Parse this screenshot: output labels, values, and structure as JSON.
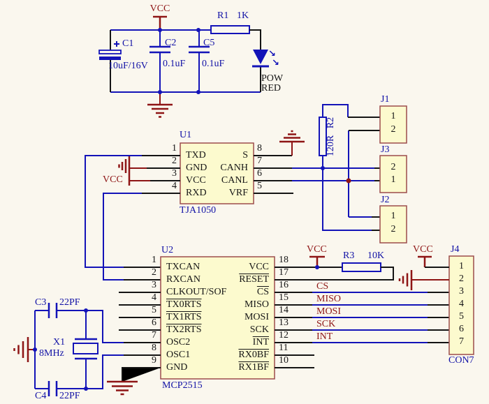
{
  "power": {
    "vcc": "VCC",
    "c1": {
      "ref": "C1",
      "value": "10uF/16V"
    },
    "c2": {
      "ref": "C2",
      "value": "0.1uF"
    },
    "c5": {
      "ref": "C5",
      "value": "0.1uF"
    },
    "r1": {
      "ref": "R1",
      "value": "1K"
    },
    "led": {
      "name_line1": "POW",
      "name_line2": "RED",
      "arrow_icon": "↘"
    }
  },
  "u1": {
    "ref": "U1",
    "part": "TJA1050",
    "vcc_label": "VCC",
    "pins_left": [
      {
        "num": "1",
        "name": "TXD"
      },
      {
        "num": "2",
        "name": "GND"
      },
      {
        "num": "3",
        "name": "VCC"
      },
      {
        "num": "4",
        "name": "RXD"
      }
    ],
    "pins_right": [
      {
        "num": "8",
        "name": "S"
      },
      {
        "num": "7",
        "name": "CANH"
      },
      {
        "num": "6",
        "name": "CANL"
      },
      {
        "num": "5",
        "name": "VRF"
      }
    ]
  },
  "can": {
    "r2": {
      "ref": "R2",
      "value": "120R"
    },
    "j1": {
      "ref": "J1",
      "pin_top": "1",
      "pin_bottom": "2"
    },
    "j3": {
      "ref": "J3",
      "pin_top": "2",
      "pin_bottom": "1"
    },
    "j2": {
      "ref": "J2",
      "pin_top": "1",
      "pin_bottom": "2"
    }
  },
  "u2": {
    "ref": "U2",
    "part": "MCP2515",
    "pins_left": [
      {
        "num": "1",
        "name": "TXCAN"
      },
      {
        "num": "2",
        "name": "RXCAN"
      },
      {
        "num": "3",
        "name": "CLKOUT/SOF"
      },
      {
        "num": "4",
        "name": "TX0RTS",
        "bar": true
      },
      {
        "num": "5",
        "name": "TX1RTS",
        "bar": true
      },
      {
        "num": "6",
        "name": "TX2RTS",
        "bar": true
      },
      {
        "num": "7",
        "name": "OSC2"
      },
      {
        "num": "8",
        "name": "OSC1"
      },
      {
        "num": "9",
        "name": "GND"
      }
    ],
    "pins_right": [
      {
        "num": "18",
        "name": "VCC"
      },
      {
        "num": "17",
        "name": "RESET",
        "bar": true
      },
      {
        "num": "16",
        "name": "CS",
        "bar": true
      },
      {
        "num": "15",
        "name": "MISO"
      },
      {
        "num": "14",
        "name": "MOSI"
      },
      {
        "num": "13",
        "name": "SCK"
      },
      {
        "num": "12",
        "name": "INT",
        "bar": true
      },
      {
        "num": "11",
        "name": "RX0BF",
        "bar": true
      },
      {
        "num": "10",
        "name": "RX1BF",
        "bar": true
      }
    ]
  },
  "spi": {
    "vcc": "VCC",
    "r3": {
      "ref": "R3",
      "value": "10K"
    },
    "nets": [
      "CS",
      "MISO",
      "MOSI",
      "SCK",
      "INT"
    ]
  },
  "osc": {
    "x1": {
      "ref": "X1",
      "value": "8MHz"
    },
    "c3": {
      "ref": "C3",
      "value": "22PF"
    },
    "c4": {
      "ref": "C4",
      "value": "22PF"
    }
  },
  "j4": {
    "ref": "J4",
    "part": "CON7",
    "vcc": "VCC",
    "pins": [
      "1",
      "2",
      "3",
      "4",
      "5",
      "6",
      "7"
    ]
  },
  "colors": {
    "wire_blue": "#1313b8",
    "wire_black": "#141414",
    "symbol_red": "#8e1515",
    "designator_blue": "#1212a6",
    "chip_fill": "#fcface",
    "chip_border": "#9c4c4c",
    "background": "#faf7ee"
  }
}
